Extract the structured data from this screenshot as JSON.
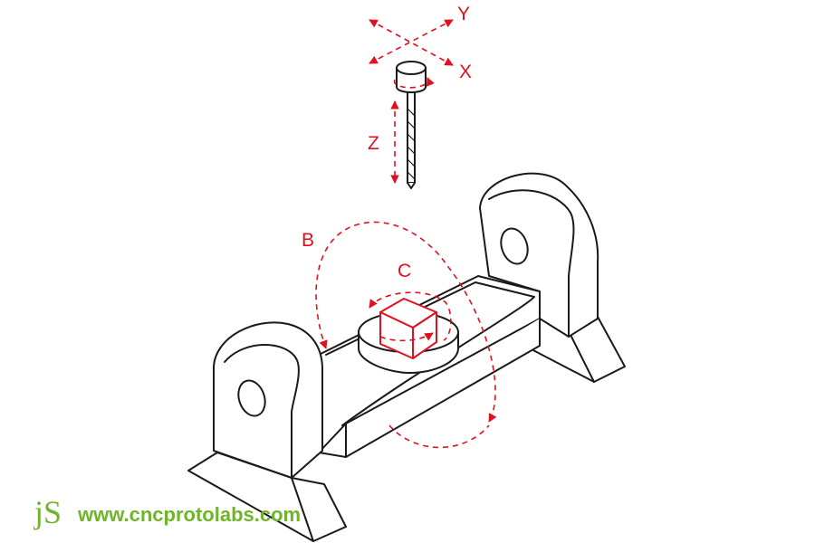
{
  "diagram": {
    "axis_labels": {
      "y": "Y",
      "x": "X",
      "z": "Z",
      "b": "B",
      "c": "C"
    },
    "colors": {
      "outline": "#1a1a1a",
      "axis": "#e0101e",
      "brand": "#6fb429"
    }
  },
  "watermark": {
    "logo": "jS",
    "url": "www.cncprotolabs.com"
  }
}
